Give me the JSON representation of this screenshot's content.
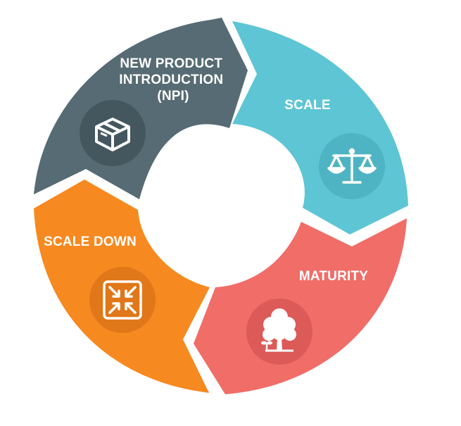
{
  "segments": [
    {
      "id": "npi",
      "label_lines": [
        "NEW PRODUCT",
        "INTRODUCTION",
        "(NPI)"
      ],
      "color": "#566b74",
      "icon_bg": "#44575f",
      "icon": "box-icon"
    },
    {
      "id": "scale",
      "label_lines": [
        "SCALE"
      ],
      "color": "#5ec5d4",
      "icon_bg": "#4eb4c3",
      "icon": "balance-scale-icon"
    },
    {
      "id": "maturity",
      "label_lines": [
        "MATURITY"
      ],
      "color": "#f06d68",
      "icon_bg": "#dc5a57",
      "icon": "tree-icon"
    },
    {
      "id": "scale-down",
      "label_lines": [
        "SCALE DOWN"
      ],
      "color": "#f6891f",
      "icon_bg": "#e07719",
      "icon": "compress-arrows-icon"
    }
  ]
}
